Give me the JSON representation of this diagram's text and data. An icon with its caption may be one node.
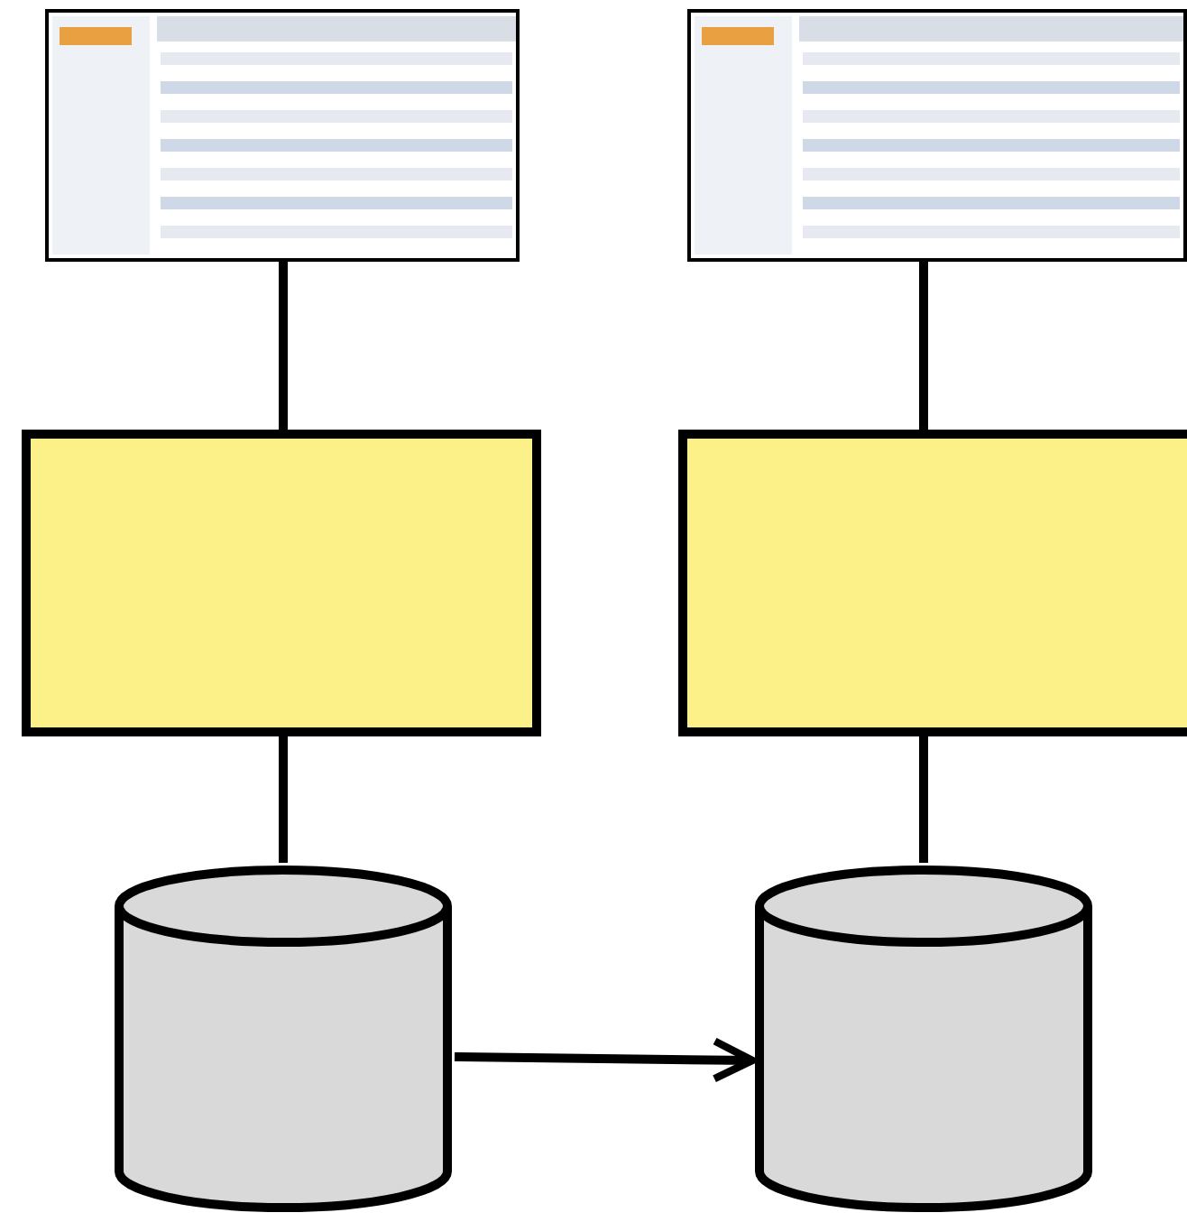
{
  "diagram": {
    "nodes": [
      {
        "text": [],
        "shape": "picture"
      },
      {
        "text": [],
        "shape": "picture"
      },
      {
        "text": [],
        "shape": "box"
      },
      {
        "text": [],
        "shape": "box"
      },
      {
        "text": [],
        "shape": "cylinder"
      },
      {
        "text": [],
        "shape": "cylinder"
      }
    ],
    "edges": [
      {
        "from": 0,
        "to": 2,
        "arrow": "none"
      },
      {
        "from": 2,
        "to": 4,
        "arrow": "none"
      },
      {
        "from": 1,
        "to": 3,
        "arrow": "none"
      },
      {
        "from": 3,
        "to": 5,
        "arrow": "none"
      },
      {
        "from": 4,
        "to": 5,
        "arrow": "to"
      }
    ]
  }
}
